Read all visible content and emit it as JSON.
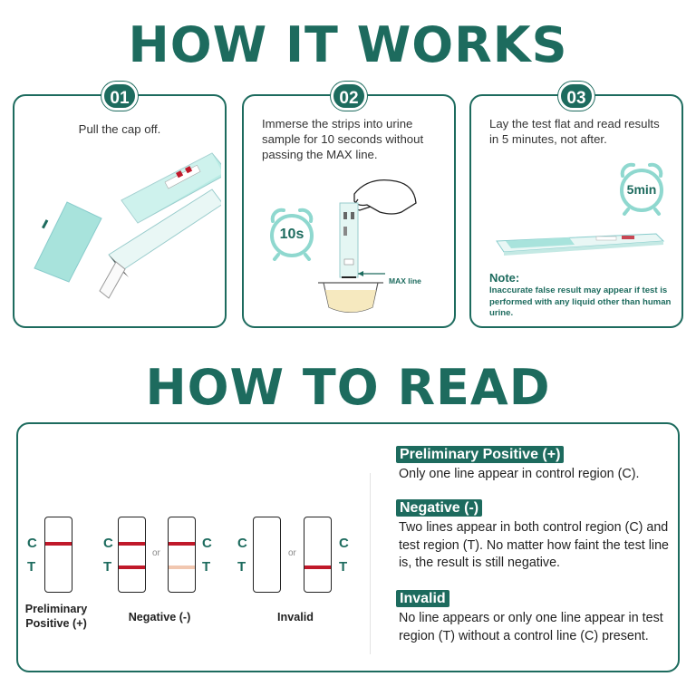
{
  "how_it_works": {
    "title": "HOW IT WORKS",
    "steps": [
      {
        "number": "01",
        "text": "Pull the cap off."
      },
      {
        "number": "02",
        "text": "Immerse the strips into urine sample for 10 seconds without passing the MAX line.",
        "timer": "10s",
        "max_label": "MAX line"
      },
      {
        "number": "03",
        "text": "Lay the test flat and read results in 5 minutes, not after.",
        "timer": "5min",
        "note_title": "Note:",
        "note_body": "Inaccurate false result may appear if test is performed with any liquid other than human urine."
      }
    ]
  },
  "how_to_read": {
    "title": "HOW TO READ",
    "labels": {
      "c": "C",
      "t": "T",
      "or": "or"
    },
    "captions": {
      "positive": "Preliminary\nPositive (+)",
      "negative": "Negative (-)",
      "invalid": "Invalid"
    },
    "results": [
      {
        "heading": "Preliminary Positive (+)",
        "description": "Only one line appear in control region (C)."
      },
      {
        "heading": "Negative (-)",
        "description": "Two lines appear in both control region (C) and test region (T). No matter how faint the test line is, the result is still negative."
      },
      {
        "heading": "Invalid",
        "description": "No line appears or only one line appear in test region (T) without a control line (C) present."
      }
    ]
  },
  "colors": {
    "brand": "#1d6b5e",
    "accent": "#8fd8cf",
    "line_red": "#c0192a",
    "line_faint": "#f1c7b0"
  }
}
